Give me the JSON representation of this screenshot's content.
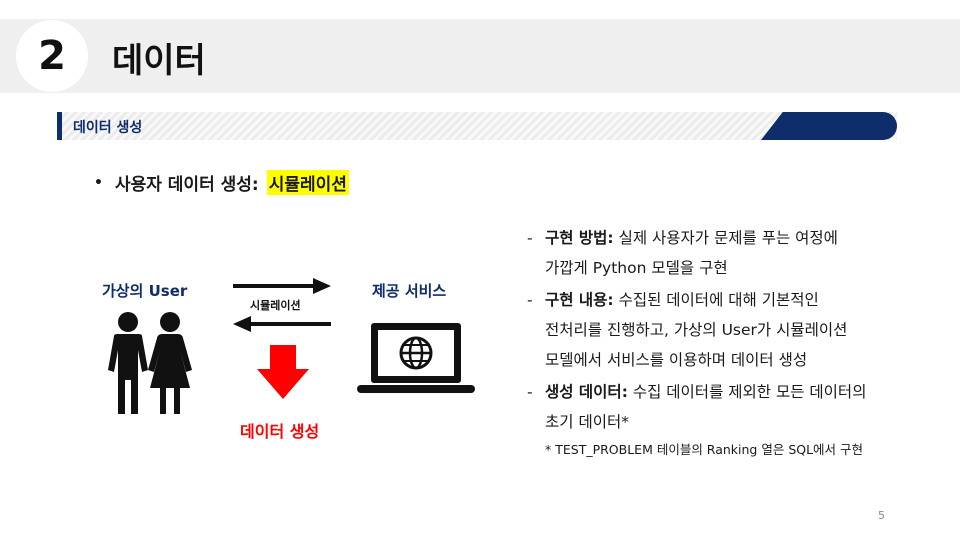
{
  "header": {
    "number": "2",
    "title": "데이터"
  },
  "section": {
    "label": "데이터 생성"
  },
  "main_bullet": {
    "dot": "•",
    "prefix": "사용자 데이터 생성:",
    "highlight": "시뮬레이션"
  },
  "diagram": {
    "user_label": "가상의 User",
    "service_label": "제공 서비스",
    "arrow_label": "시뮬레이션",
    "output_label": "데이터 생성",
    "icons": [
      "people-icon",
      "laptop-globe-icon",
      "arrow-right-icon",
      "arrow-left-icon",
      "arrow-down-icon"
    ],
    "colors": {
      "navy": "#0f2d6b",
      "red": "#ff0000",
      "highlight": "#ffff00"
    }
  },
  "details": [
    {
      "dash": "-",
      "title": "구현 방법:",
      "line1": "실제 사용자가 문제를 푸는 여정에",
      "line2": "가깝게 Python 모델을 구현"
    },
    {
      "dash": "-",
      "title": "구현 내용:",
      "line1": "수집된 데이터에 대해 기본적인",
      "line2": "전처리를 진행하고, 가상의 User가 시뮬레이션",
      "line3": "모델에서 서비스를 이용하며 데이터 생성"
    },
    {
      "dash": "-",
      "title": "생성 데이터:",
      "line1": "수집 데이터를 제외한 모든 데이터의",
      "line2": "초기 데이터*"
    }
  ],
  "footnote": "* TEST_PROBLEM 테이블의 Ranking 열은 SQL에서 구현",
  "page_number": "5"
}
